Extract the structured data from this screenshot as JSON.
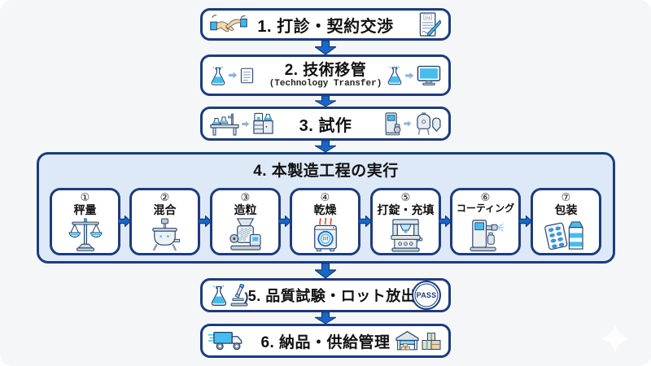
{
  "colors": {
    "accent": "#1b3c7e",
    "arrow": "#1767c8",
    "panel_bg": "#dde9f6",
    "slide_bg": "#f5f6f8",
    "heat_red": "#e23b2e",
    "icon_blue": "#45bdef"
  },
  "flow": {
    "step1": {
      "label": "1. 打診・契約交渉"
    },
    "step2": {
      "label": "2. 技術移管",
      "sublabel": "(Technology Transfer)"
    },
    "step3": {
      "label": "3. 試作"
    },
    "step4": {
      "label": "4. 本製造工程の実行",
      "substeps": [
        {
          "num": "①",
          "label": "秤量"
        },
        {
          "num": "②",
          "label": "混合"
        },
        {
          "num": "③",
          "label": "造粒"
        },
        {
          "num": "④",
          "label": "乾燥"
        },
        {
          "num": "⑤",
          "label": "打錠・充填"
        },
        {
          "num": "⑥",
          "label": "コーティング"
        },
        {
          "num": "⑦",
          "label": "包装"
        }
      ]
    },
    "step5": {
      "label": "5. 品質試験・ロット放出",
      "badge": "PASS"
    },
    "step6": {
      "label": "6. 納品・供給管理"
    }
  },
  "icons": {
    "contract_header": "CBN"
  }
}
